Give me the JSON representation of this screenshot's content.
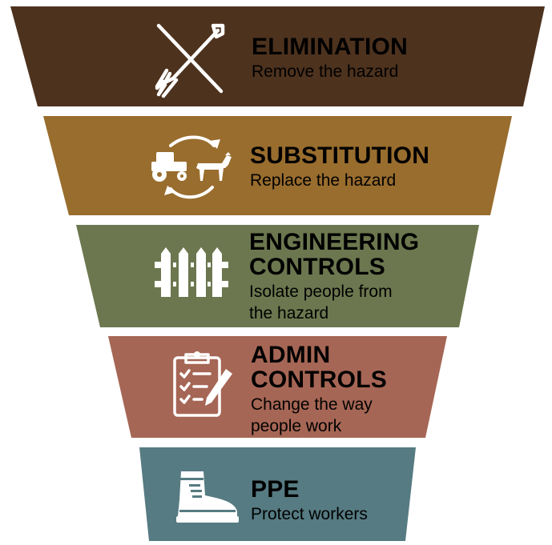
{
  "colors": {
    "elimination": "#4d321e",
    "substitution": "#996d2e",
    "engineering": "#6c774f",
    "admin": "#a66655",
    "ppe": "#567b82"
  },
  "tiers": [
    {
      "title": "ELIMINATION",
      "subtitle": "Remove the hazard",
      "icon": "crossed-pitchfork-shovel-icon"
    },
    {
      "title": "SUBSTITUTION",
      "subtitle": "Replace the hazard",
      "icon": "tractor-horse-swap-icon"
    },
    {
      "title": "ENGINEERING\nCONTROLS",
      "subtitle": "Isolate people from\nthe hazard",
      "icon": "fence-icon"
    },
    {
      "title": "ADMIN\nCONTROLS",
      "subtitle": "Change the way\npeople work",
      "icon": "clipboard-checklist-icon"
    },
    {
      "title": "PPE",
      "subtitle": "Protect workers",
      "icon": "safety-boot-icon"
    }
  ]
}
